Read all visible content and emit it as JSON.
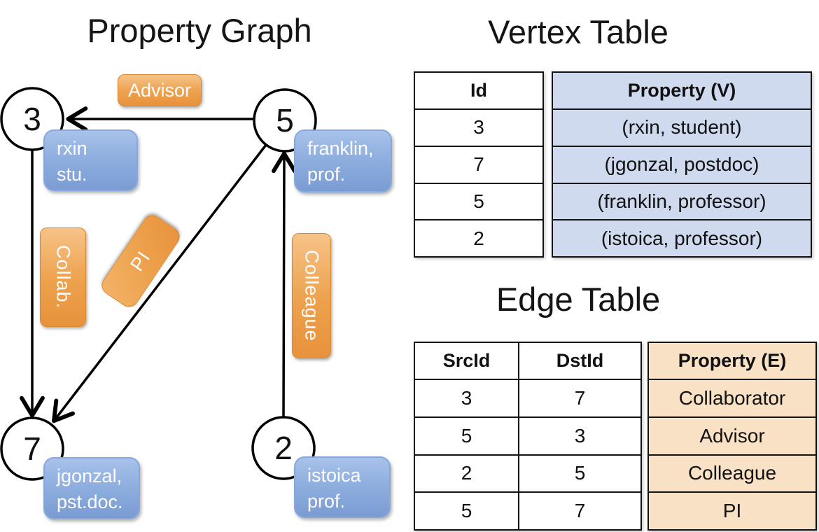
{
  "colors": {
    "edge_label_orange": "#EDA14C",
    "vertex_box_blue": "#7A9CD3",
    "vertex_cell_bg": "#CFDAEF",
    "edge_cell_bg": "#F8E1C5",
    "line_black": "#000000"
  },
  "graph": {
    "title": "Property Graph",
    "node_3": {
      "id": "3",
      "line1": "rxin",
      "line2": "stu."
    },
    "node_5": {
      "id": "5",
      "line1": "franklin,",
      "line2": "prof."
    },
    "node_7": {
      "id": "7",
      "line1": "jgonzal,",
      "line2": "pst.doc."
    },
    "node_2": {
      "id": "2",
      "line1": "istoica",
      "line2": "prof."
    },
    "edge_labels": {
      "advisor": "Advisor",
      "collab": "Collab.",
      "pi": "PI",
      "colleague": "Colleague"
    }
  },
  "vertex_table": {
    "title": "Vertex Table",
    "headers": {
      "id": "Id",
      "property": "Property (V)"
    },
    "rows": [
      {
        "id": "3",
        "property": "(rxin, student)"
      },
      {
        "id": "7",
        "property": "(jgonzal, postdoc)"
      },
      {
        "id": "5",
        "property": "(franklin, professor)"
      },
      {
        "id": "2",
        "property": "(istoica, professor)"
      }
    ]
  },
  "edge_table": {
    "title": "Edge Table",
    "headers": {
      "src": "SrcId",
      "dst": "DstId",
      "property": "Property (E)"
    },
    "rows": [
      {
        "src": "3",
        "dst": "7",
        "property": "Collaborator"
      },
      {
        "src": "5",
        "dst": "3",
        "property": "Advisor"
      },
      {
        "src": "2",
        "dst": "5",
        "property": "Colleague"
      },
      {
        "src": "5",
        "dst": "7",
        "property": "PI"
      }
    ]
  }
}
